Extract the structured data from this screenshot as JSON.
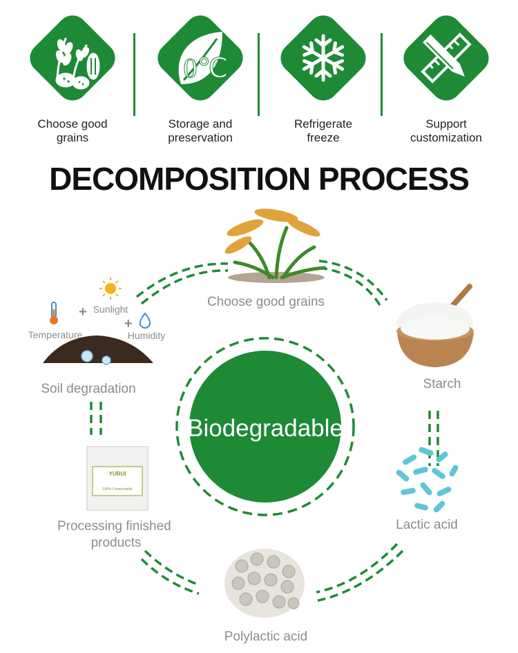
{
  "colors": {
    "green": "#1e8a36",
    "text_dark": "#111111",
    "label_gray": "#8c8c8c"
  },
  "features": [
    {
      "icon": "grain-vegetable-icon",
      "label": "Choose good\ngrains"
    },
    {
      "icon": "leaf-thermometer-icon",
      "label": "Storage and\npreservation",
      "icon_text": "0℃"
    },
    {
      "icon": "snowflake-icon",
      "label": "Refrigerate\nfreeze"
    },
    {
      "icon": "pencil-ruler-icon",
      "label": "Support\ncustomization"
    }
  ],
  "title": "DECOMPOSITION PROCESS",
  "center_label": "Biodegradable",
  "stages": {
    "grains": "Choose good grains",
    "starch": "Starch",
    "lactic": "Lactic acid",
    "polylactic": "Polylactic acid",
    "finished": "Processing finished\nproducts",
    "soil": "Soil degradation"
  },
  "conditions": {
    "sunlight": "Sunlight",
    "temperature": "Temperature",
    "humidity": "Humidity"
  },
  "package": {
    "brand": "YURUI",
    "tag": "100% Compostable"
  }
}
